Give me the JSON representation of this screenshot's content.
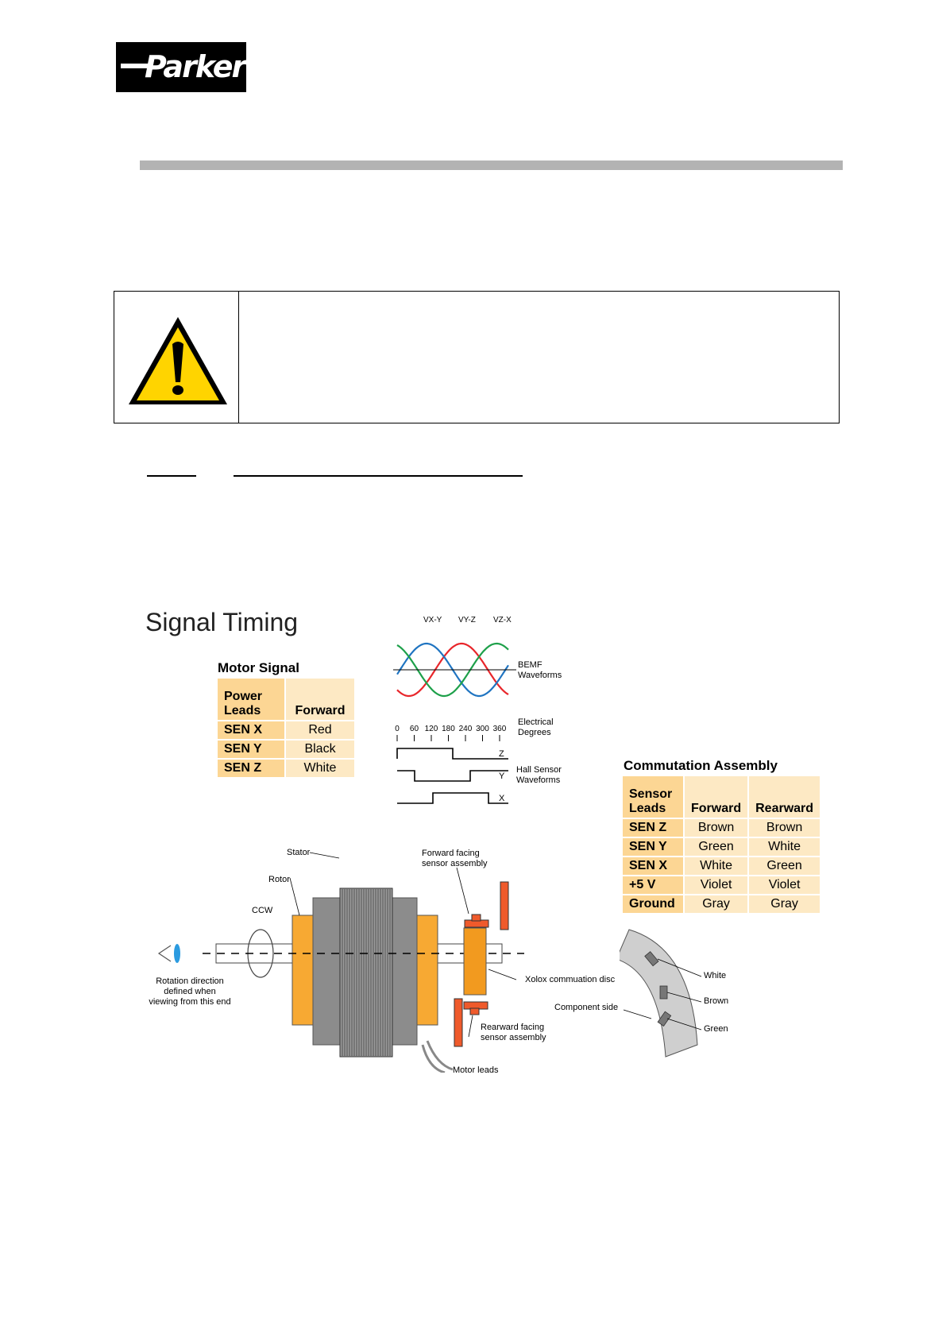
{
  "logo": {
    "text": "Parker"
  },
  "figure": {
    "title": "Signal Timing",
    "motor_signal": {
      "title": "Motor Signal",
      "header": [
        "Power\nLeads",
        "Forward"
      ],
      "rows": [
        [
          "SEN X",
          "Red"
        ],
        [
          "SEN Y",
          "Black"
        ],
        [
          "SEN Z",
          "White"
        ]
      ]
    },
    "commutation": {
      "title": "Commutation Assembly",
      "header": [
        "Sensor\nLeads",
        "Forward",
        "Rearward"
      ],
      "rows": [
        [
          "SEN Z",
          "Brown",
          "Brown"
        ],
        [
          "SEN Y",
          "Green",
          "White"
        ],
        [
          "SEN X",
          "White",
          "Green"
        ],
        [
          "+5 V",
          "Violet",
          "Violet"
        ],
        [
          "Ground",
          "Gray",
          "Gray"
        ]
      ]
    },
    "waveforms": {
      "labels": [
        "VX-Y",
        "VY-Z",
        "VZ-X"
      ],
      "bemf": "BEMF\nWaveforms",
      "degrees": [
        "0",
        "60",
        "120",
        "180",
        "240",
        "300",
        "360"
      ],
      "electrical": "Electrical\nDegrees",
      "hall": "Hall Sensor\nWaveforms",
      "hall_labels": [
        "Z",
        "Y",
        "X"
      ],
      "colors": {
        "red": "#e8262b",
        "blue": "#1f74c1",
        "green": "#1ea04a"
      }
    },
    "motor_diagram": {
      "stator": "Stator",
      "rotor": "Rotor",
      "ccw": "CCW",
      "forward_sensor": "Forward facing\nsensor assembly",
      "rearward_sensor": "Rearward facing\nsensor assembly",
      "disc": "Xolox commuation disc",
      "rotation_note": "Rotation direction\ndefined when\nviewing from this end",
      "motor_leads": "Motor leads",
      "component_side": "Component side",
      "sensor_white": "White",
      "sensor_brown": "Brown",
      "sensor_green": "Green"
    }
  }
}
